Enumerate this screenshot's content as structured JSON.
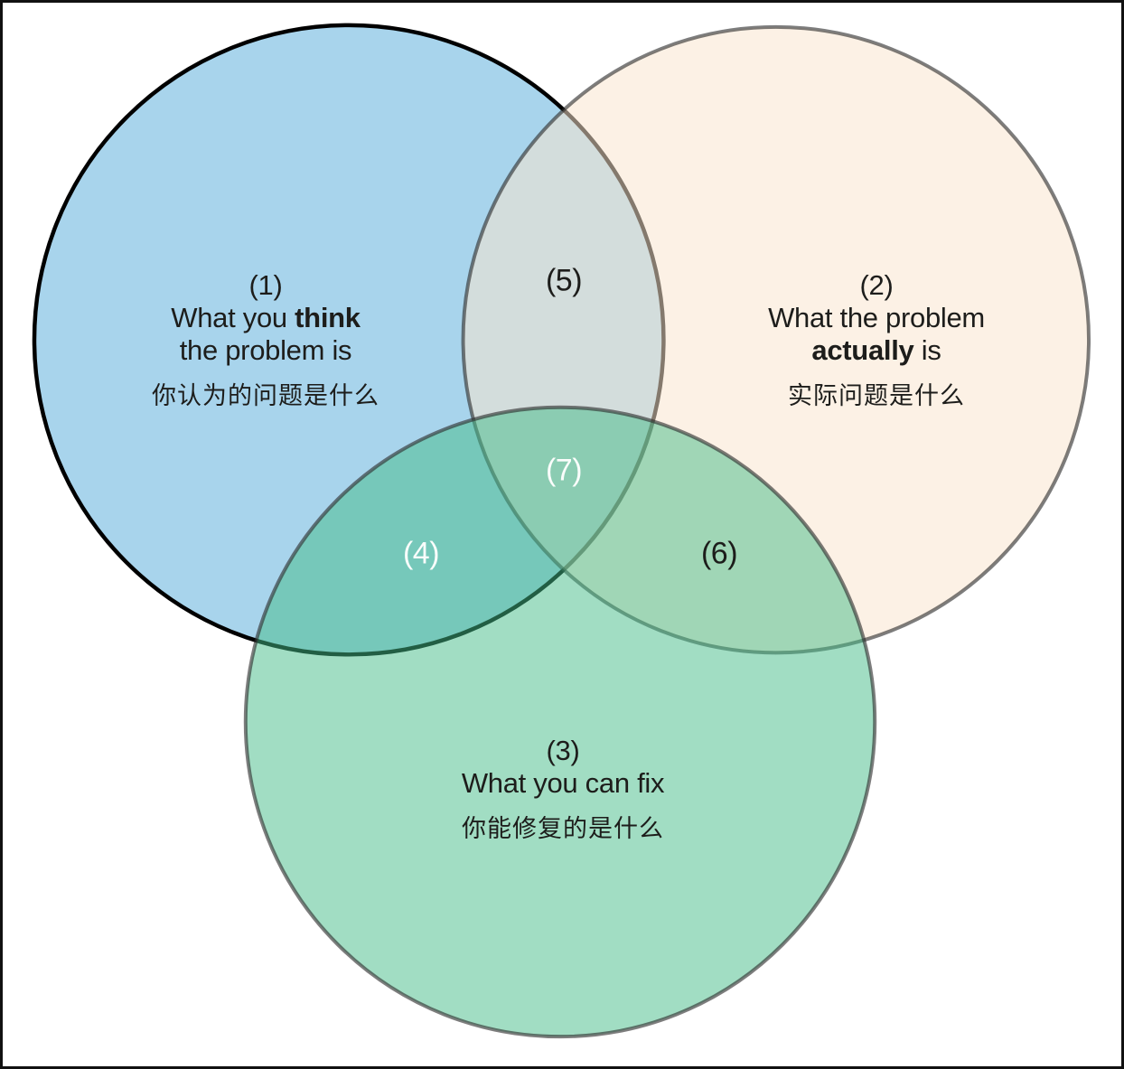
{
  "figure": {
    "type": "venn-diagram",
    "background": "#ffffff",
    "frame_border_color": "#111111"
  },
  "colors": {
    "circle1_fill": "#a8d4ec",
    "circle1_stroke": "#000000",
    "circle2_fill": "rgba(250,229,206,0.53)",
    "circle2_stroke": "rgba(45,45,45,0.62)",
    "circle3_fill": "rgba(67,188,136,0.5)",
    "circle3_stroke": "rgba(45,45,45,0.62)",
    "overlap_1_2": "#d4dbd8",
    "overlap_1_3": "#76c9b8",
    "overlap_2_3": "#a0d8b4",
    "overlap_center": "#8fceac",
    "label_dark": "#1d1d1b",
    "label_light": "#fafdfb"
  },
  "regions": {
    "r1": {
      "number": "(1)",
      "line2_pre": "What you ",
      "line2_bold": "think",
      "line3": "the problem is",
      "chinese": "你认为的问题是什么"
    },
    "r2": {
      "number": "(2)",
      "line2": "What the problem",
      "line3_bold": "actually",
      "line3_post": " is",
      "chinese": "实际问题是什么"
    },
    "r3": {
      "number": "(3)",
      "line2": "What you can fix",
      "chinese": "你能修复的是什么"
    },
    "r4": {
      "number": "(4)"
    },
    "r5": {
      "number": "(5)"
    },
    "r6": {
      "number": "(6)"
    },
    "r7": {
      "number": "(7)"
    }
  }
}
